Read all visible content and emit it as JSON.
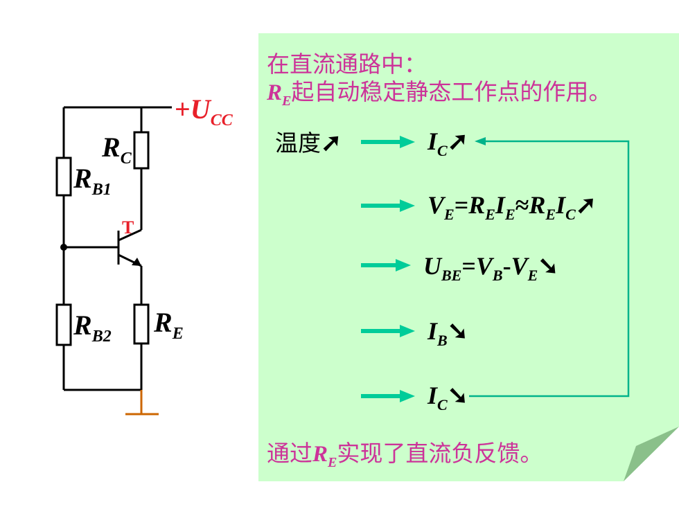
{
  "circuit": {
    "vcc": {
      "sign": "+",
      "symbol": "U",
      "sub": "CC"
    },
    "rc": {
      "symbol": "R",
      "sub": "C"
    },
    "rb1": {
      "symbol": "R",
      "sub": "B1"
    },
    "rb2": {
      "symbol": "R",
      "sub": "B2"
    },
    "re": {
      "symbol": "R",
      "sub": "E"
    },
    "transistor": "T"
  },
  "note": {
    "line1": "在直流通路中：",
    "line2_sym": "R",
    "line2_sub": "E",
    "line2_rest": "起自动稳定静态工作点的作用。",
    "footer_pre": "通过",
    "footer_sym": "R",
    "footer_sub": "E",
    "footer_post": "实现了直流负反馈。"
  },
  "steps": {
    "s1_text": "温度",
    "up": "➚",
    "down": "➘",
    "s1_result": "I",
    "s1_result_sub": "C",
    "s2": {
      "a": "V",
      "a_sub": "E",
      "eq": "=",
      "b": "R",
      "b_sub": "E",
      "c": "I",
      "c_sub": "E",
      "approx": "≈",
      "d": "R",
      "d_sub": "E",
      "e": "I",
      "e_sub": "C"
    },
    "s3": {
      "a": "U",
      "a_sub": "BE",
      "eq": "=",
      "b": "V",
      "b_sub": "B",
      "minus": "-",
      "c": "V",
      "c_sub": "E"
    },
    "s4": {
      "a": "I",
      "a_sub": "B"
    },
    "s5": {
      "a": "I",
      "a_sub": "C"
    }
  },
  "colors": {
    "note_bg": "#ccffcc",
    "accent_text": "#cc3399",
    "arrow": "#00cc99",
    "feedback_line": "#00b38a",
    "vcc": "#e8202a",
    "ground": "#cc6600"
  }
}
